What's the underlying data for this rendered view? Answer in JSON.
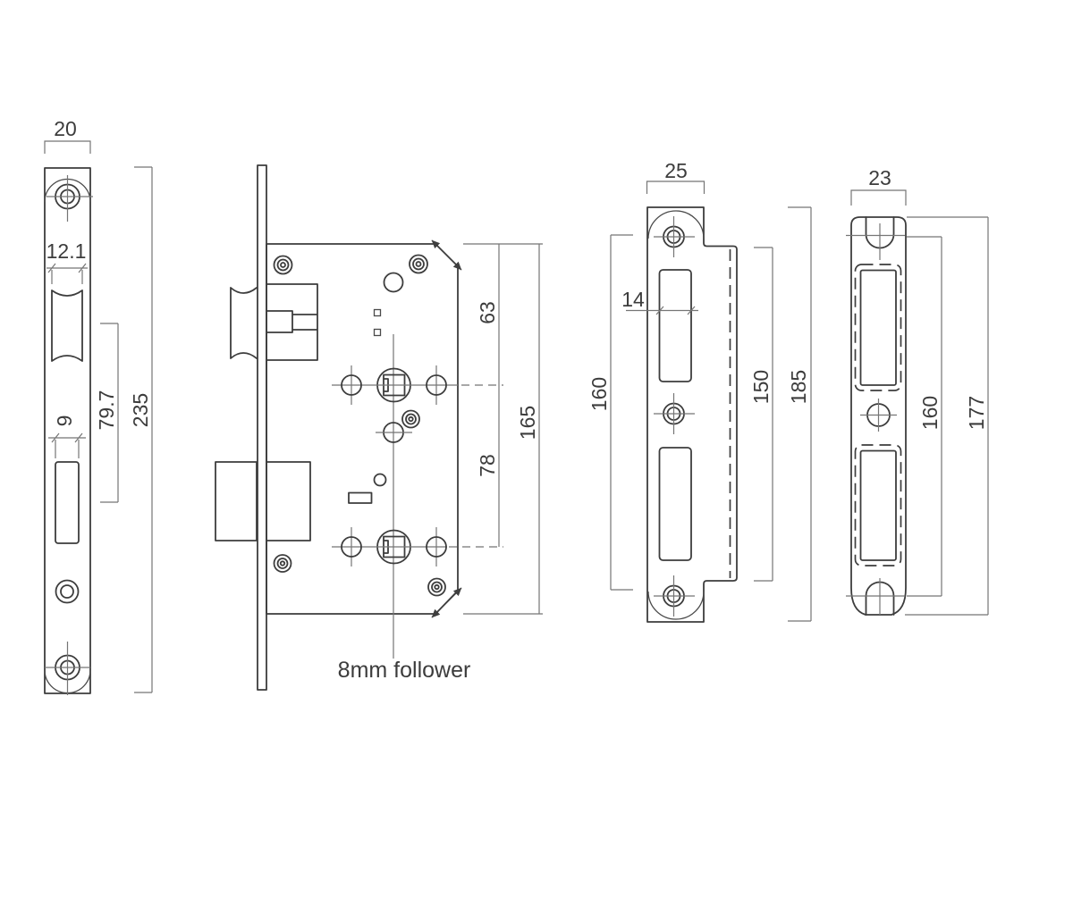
{
  "views": {
    "faceplate": {
      "dim_width": "20",
      "dim_latch_slot_width": "12.1",
      "dim_bolt_slot_width": "9",
      "dim_latch_to_bolt_centres": "79.7",
      "dim_overall_height": "235"
    },
    "lock_case": {
      "dim_top_to_spindle": "63",
      "dim_spindle_to_spindle": "78",
      "dim_case_height": "165",
      "follower_note": "8mm follower"
    },
    "strike_plate": {
      "dim_width": "25",
      "dim_opening_width": "14",
      "dim_screw_centres": "160",
      "dim_flange_height": "150",
      "dim_overall_height": "185"
    },
    "strike_box": {
      "dim_width": "23",
      "dim_notch_centres": "160",
      "dim_overall_height": "177"
    }
  }
}
